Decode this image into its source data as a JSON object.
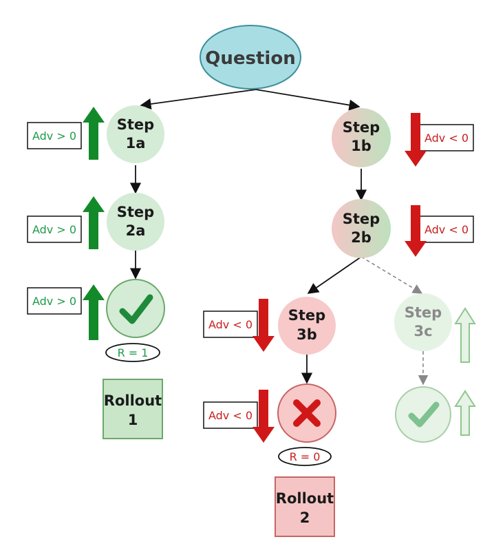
{
  "question": {
    "label": "Question"
  },
  "nodes": {
    "step_1a": {
      "line1": "Step",
      "line2": "1a"
    },
    "step_2a": {
      "line1": "Step",
      "line2": "2a"
    },
    "step_1b": {
      "line1": "Step",
      "line2": "1b"
    },
    "step_2b": {
      "line1": "Step",
      "line2": "2b"
    },
    "step_3b": {
      "line1": "Step",
      "line2": "3b"
    },
    "step_3c": {
      "line1": "Step",
      "line2": "3c"
    }
  },
  "advantages": {
    "adv_1a": "Adv > 0",
    "adv_2a": "Adv > 0",
    "adv_final_a": "Adv > 0",
    "adv_1b": "Adv < 0",
    "adv_2b": "Adv < 0",
    "adv_3b": "Adv < 0",
    "adv_final_b": "Adv < 0"
  },
  "rewards": {
    "r_rollout_1": "R = 1",
    "r_rollout_2": "R = 0"
  },
  "rollouts": {
    "rollout_1": {
      "line1": "Rollout",
      "line2": "1"
    },
    "rollout_2": {
      "line1": "Rollout",
      "line2": "2"
    }
  },
  "icons": {
    "success": "check-icon",
    "failure": "cross-icon"
  },
  "colors": {
    "positive": "#1a8a2a",
    "negative": "#d01818",
    "question_fill": "#a8dde3",
    "positive_node": "#d4ebd6",
    "negative_node": "#f7c9c9",
    "faded_positive": "#cfe6d0"
  }
}
